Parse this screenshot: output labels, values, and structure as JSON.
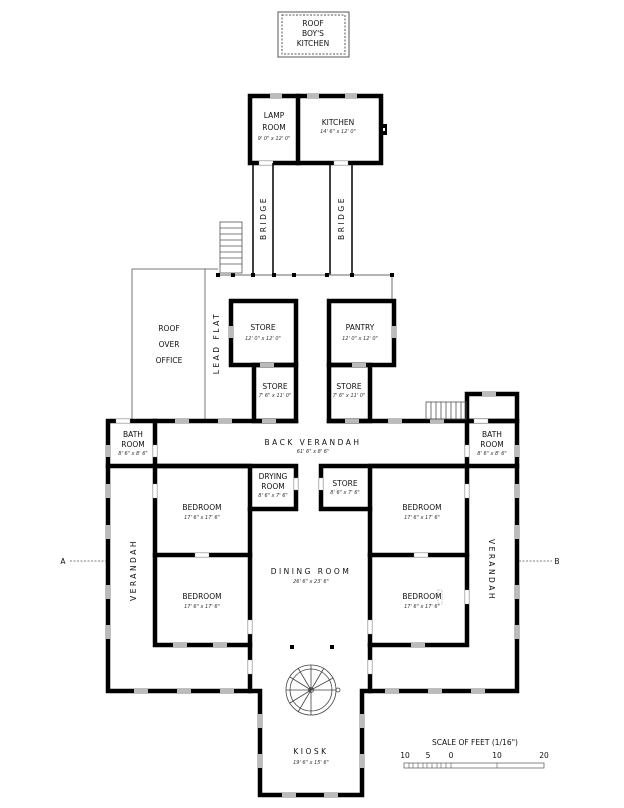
{
  "title_box": [
    "ROOF",
    "BOY'S",
    "KITCHEN"
  ],
  "rooms": {
    "lamp_room": {
      "name": [
        "LAMP",
        "ROOM"
      ],
      "size": "9' 0\" x 12' 0\""
    },
    "kitchen": {
      "name": "KITCHEN",
      "size": "14' 6\" x 12' 0\""
    },
    "bridge_left": "BRIDGE",
    "bridge_right": "BRIDGE",
    "roof_over_office": [
      "ROOF",
      "OVER",
      "OFFICE"
    ],
    "lead_flat": "LEAD FLAT",
    "store_upper": {
      "name": "STORE",
      "size": "12' 0\" x 12' 0\""
    },
    "pantry": {
      "name": "PANTRY",
      "size": "12' 0\" x 12' 0\""
    },
    "store_small_left": {
      "name": "STORE",
      "size": "7' 6\" x 11' 0\""
    },
    "store_small_right": {
      "name": "STORE",
      "size": "7' 6\" x 11' 0\""
    },
    "bath_left": {
      "name": [
        "BATH",
        "ROOM"
      ],
      "size": "8' 6\" x 8' 6\""
    },
    "bath_right": {
      "name": [
        "BATH",
        "ROOM"
      ],
      "size": "8' 6\" x 8' 6\""
    },
    "back_verandah": {
      "name": "BACK VERANDAH",
      "size": "61' 6\" x 8' 6\""
    },
    "drying_room": {
      "name": [
        "DRYING",
        "ROOM"
      ],
      "size": "8' 6\" x 7' 6\""
    },
    "store_mid": {
      "name": "STORE",
      "size": "8' 6\" x 7' 6\""
    },
    "bedroom_ul": {
      "name": "BEDROOM",
      "size": "17' 6\" x 17' 6\""
    },
    "bedroom_ll": {
      "name": "BEDROOM",
      "size": "17' 6\" x 17' 6\""
    },
    "bedroom_ur": {
      "name": "BEDROOM",
      "size": "17' 6\" x 17' 6\""
    },
    "bedroom_lr": {
      "name": "BEDROOM",
      "size": "17' 6\" x 17' 6\""
    },
    "verandah_left": "VERANDAH",
    "verandah_right": "VERANDAH",
    "dining_room": {
      "name": "DINING ROOM",
      "size": "26' 6\" x 23' 6\""
    },
    "kiosk": {
      "name": "KIOSK",
      "size": "19' 6\" x 15' 6\""
    }
  },
  "section_marks": {
    "left": "A",
    "right": "B"
  },
  "scale": {
    "title": "SCALE OF FEET (1/16\")",
    "ticks": [
      "10",
      "5",
      "0",
      "10",
      "20"
    ]
  }
}
